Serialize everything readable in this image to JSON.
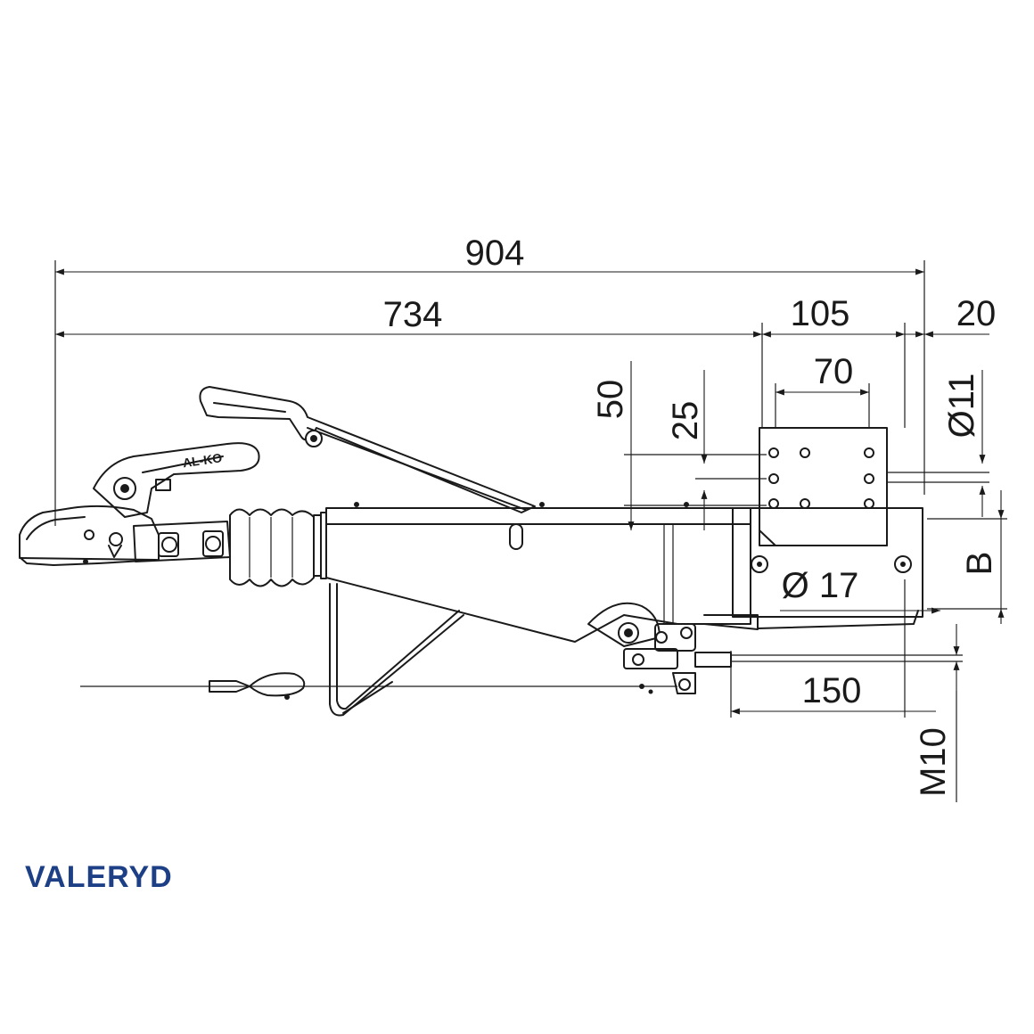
{
  "brand": {
    "name": "VALERYD",
    "color": "#1d3f86"
  },
  "hitch_logo": "AL-KO",
  "dimensions": {
    "overall_length": "904",
    "length_to_plate": "734",
    "plate_hole_spacing_outer": "105",
    "plate_edge_offset": "20",
    "plate_hole_spacing_inner": "70",
    "height_50": "50",
    "height_25": "25",
    "hole_diameter_small": "Ø11",
    "hole_diameter_large": "Ø 17",
    "variable_b": "B",
    "bracket_length": "150",
    "thread": "M10"
  },
  "line_color": "#1a1a1a"
}
